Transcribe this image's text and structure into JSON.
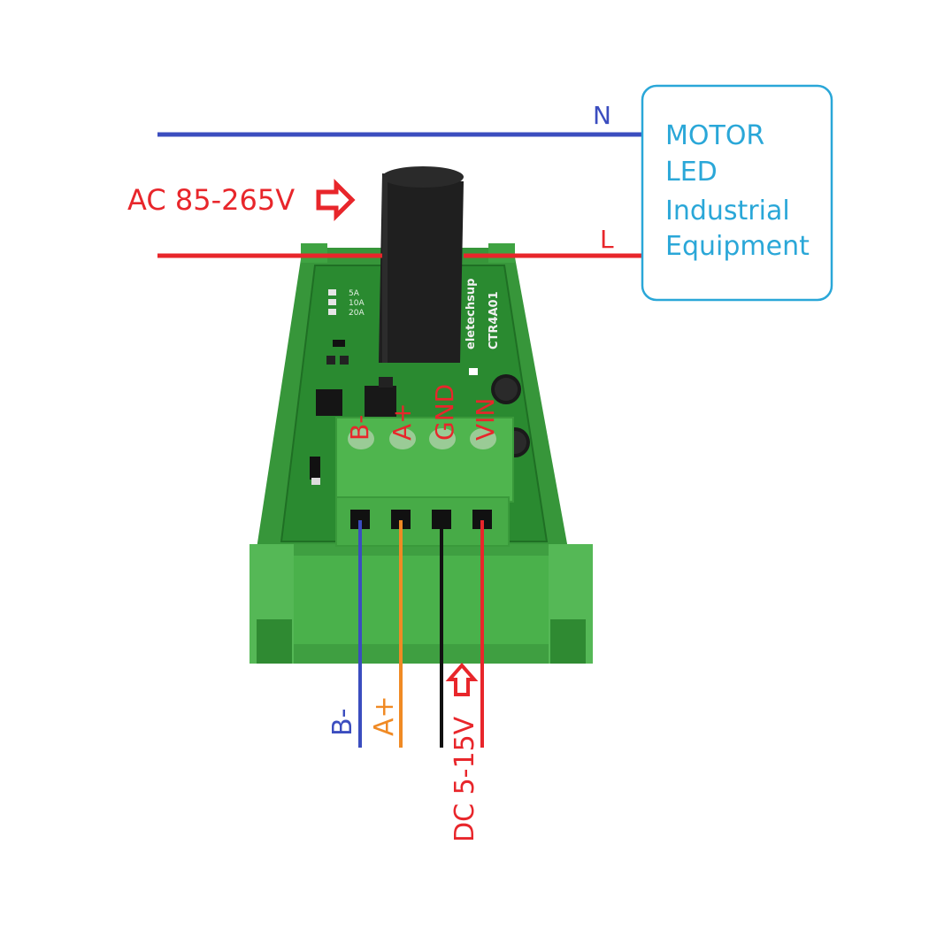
{
  "colors": {
    "neutral": "#3b4dbf",
    "line": "#e8262b",
    "rs485_b": "#3b4dbf",
    "rs485_a": "#f08a24",
    "gnd": "#111111",
    "vin": "#e8262b",
    "equipment_border": "#2aa7d8",
    "equipment_text": "#2aa7d8",
    "label_red": "#e8262b",
    "pcb_green": "#2f8a34",
    "terminal_green": "#4bb14a",
    "rail_green": "#3a9a3d",
    "sensor_black": "#1e1e1e"
  },
  "ac": {
    "voltage_label": "AC 85-265V",
    "neutral_label": "N",
    "line_label": "L"
  },
  "equipment": {
    "lines": [
      "MOTOR",
      "LED",
      "Industrial",
      "Equipment"
    ]
  },
  "terminals": {
    "labels": [
      "B-",
      "A+",
      "GND",
      "VIN"
    ]
  },
  "board": {
    "brand": "eletechsup",
    "model": "CTR4A01",
    "ranges": [
      "5A",
      "10A",
      "20A"
    ]
  },
  "wires": {
    "b_label": "B-",
    "a_label": "A+",
    "dc_label": "DC 5-15V"
  }
}
